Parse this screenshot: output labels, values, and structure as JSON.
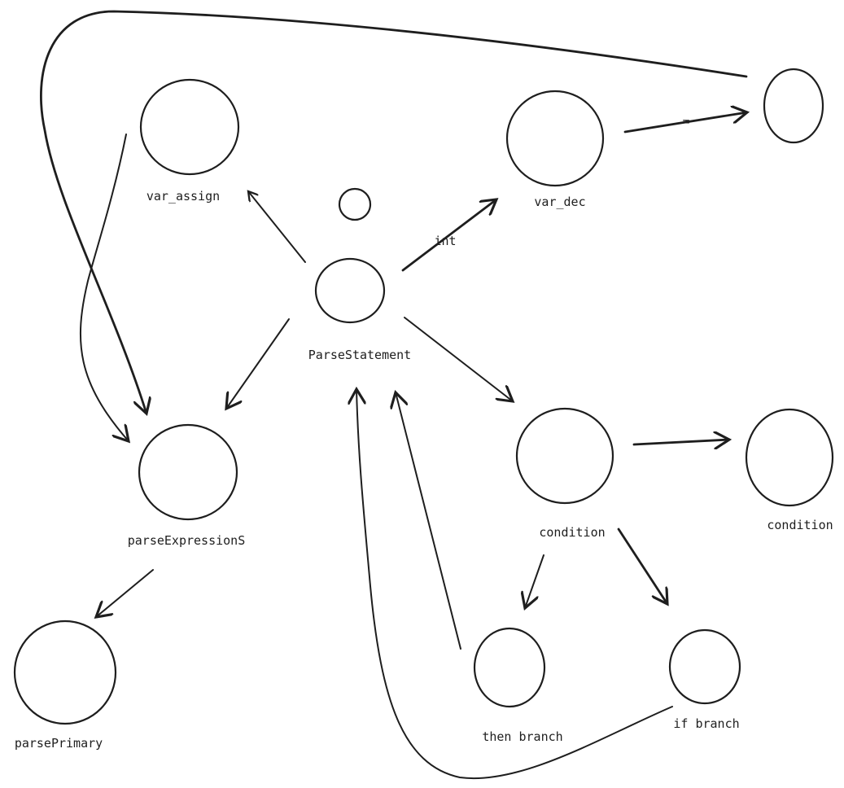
{
  "diagram": {
    "nodes": {
      "var_assign": "var_assign",
      "var_dec": "var_dec",
      "parse_statement": "ParseStatement",
      "parse_expressions": "parseExpressionS",
      "parse_primary": "parsePrimary",
      "condition_main": "condition",
      "condition_right": "condition",
      "then_branch": "then branch",
      "if_branch": "if branch"
    },
    "edge_labels": {
      "int": "int",
      "equals": "="
    }
  }
}
